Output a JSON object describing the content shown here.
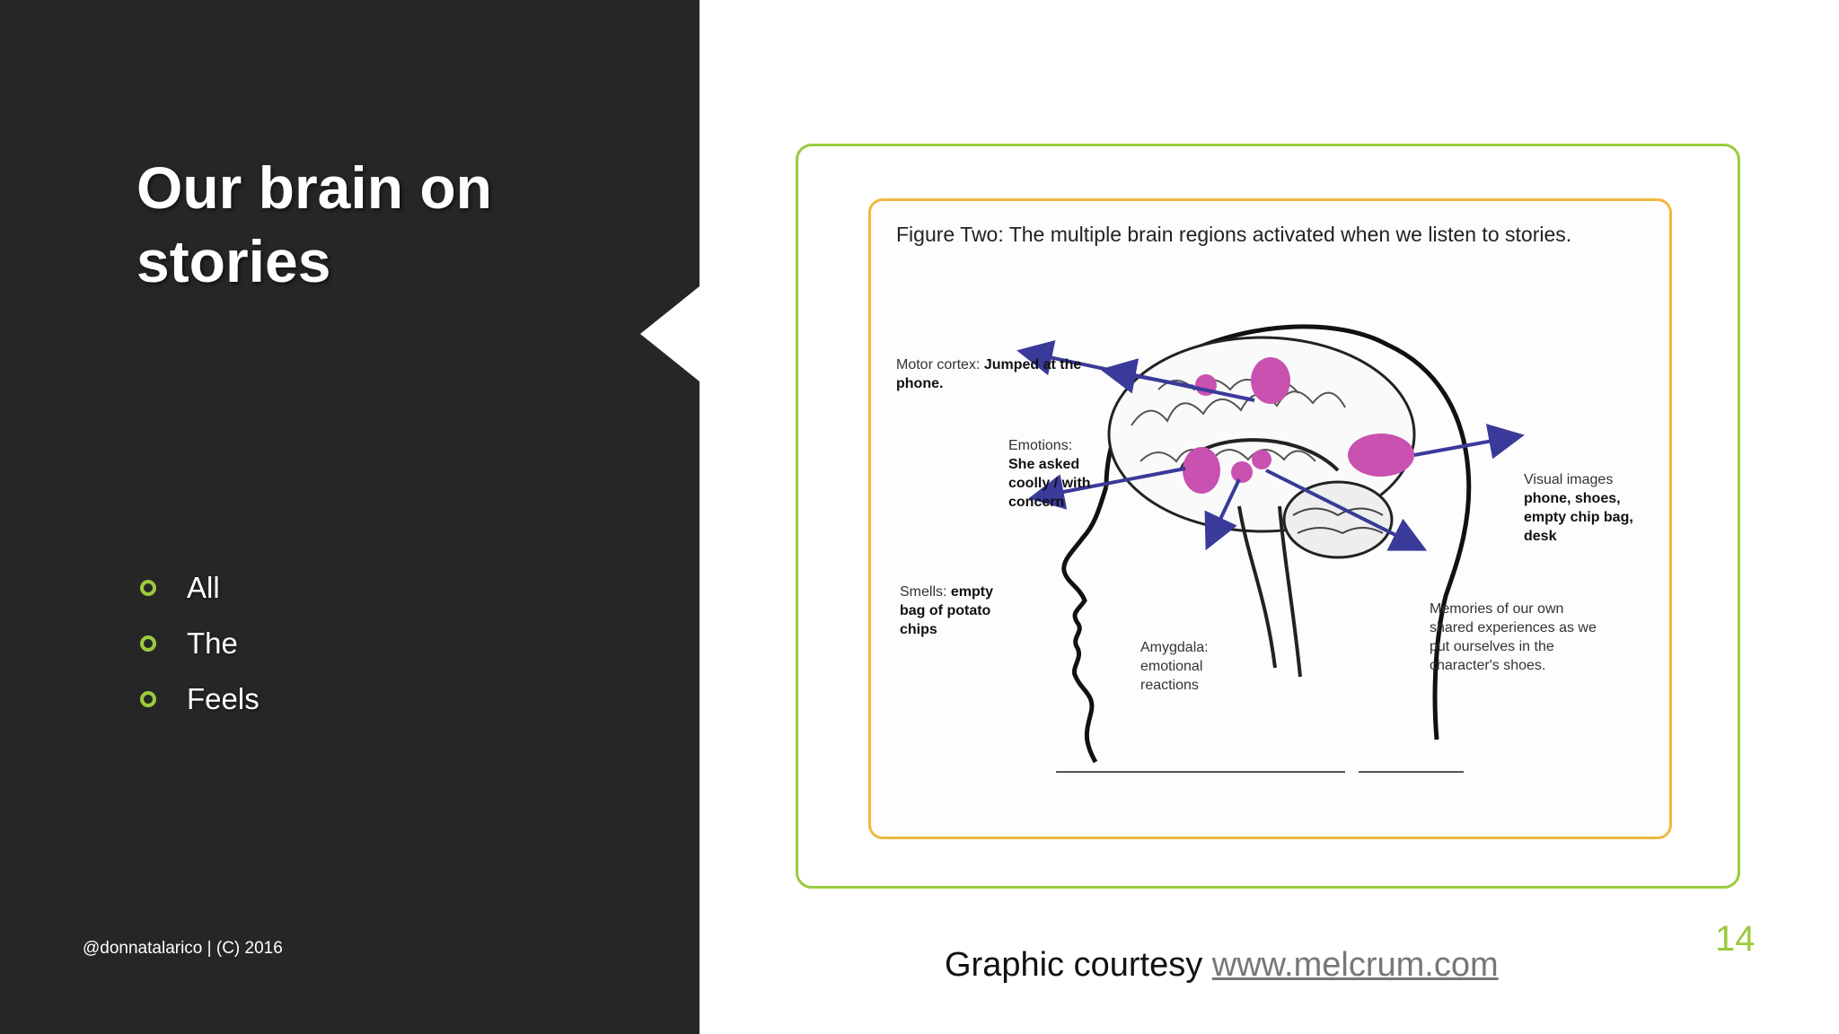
{
  "slide": {
    "title": "Our brain on stories",
    "bullets": [
      "All",
      "The",
      "Feels"
    ],
    "footer": "@donnatalarico | (C) 2016",
    "page_number": "14",
    "credit_prefix": "Graphic courtesy",
    "credit_link": "www.melcrum.com"
  },
  "figure": {
    "caption": "Figure Two: The multiple brain regions activated when we listen to stories.",
    "labels": {
      "motor_prefix": "Motor cortex:",
      "motor_bold": "Jumped at the phone.",
      "emotions_prefix": "Emotions:",
      "emotions_bold": "She asked coolly / with concern",
      "smells_prefix": "Smells:",
      "smells_bold": "empty bag of potato chips",
      "amygdala": "Amygdala: emotional reactions",
      "visual_prefix": "Visual images",
      "visual_bold": "phone, shoes, empty chip bag, desk",
      "memories": "Memories of our own shared experiences as we put ourselves in the character's shoes."
    }
  },
  "colors": {
    "panel": "#262626",
    "accent": "#9acb3c",
    "figure_border": "#f0b840",
    "region": "#c951b0",
    "arrow": "#3a3a9a"
  }
}
